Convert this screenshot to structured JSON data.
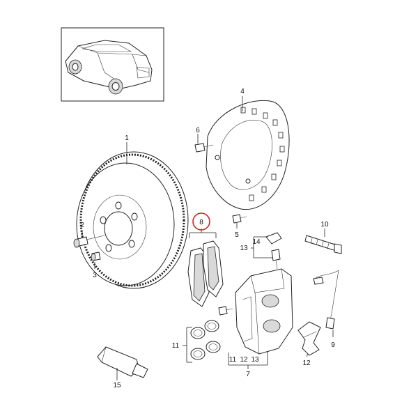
{
  "diagram": {
    "highlight_color": "#d62020",
    "line_color": "#222222",
    "callouts": {
      "c1": "1",
      "c2": "2",
      "c3": "3",
      "c4": "4",
      "c5": "5",
      "c6": "6",
      "c7": "7",
      "c8": "8",
      "c9": "9",
      "c10": "10",
      "c11": "11",
      "c11b": "11",
      "c12": "12",
      "c12b": "12",
      "c13": "13",
      "c13b": "13",
      "c14": "14",
      "c15": "15"
    },
    "highlighted_callout": "8"
  }
}
